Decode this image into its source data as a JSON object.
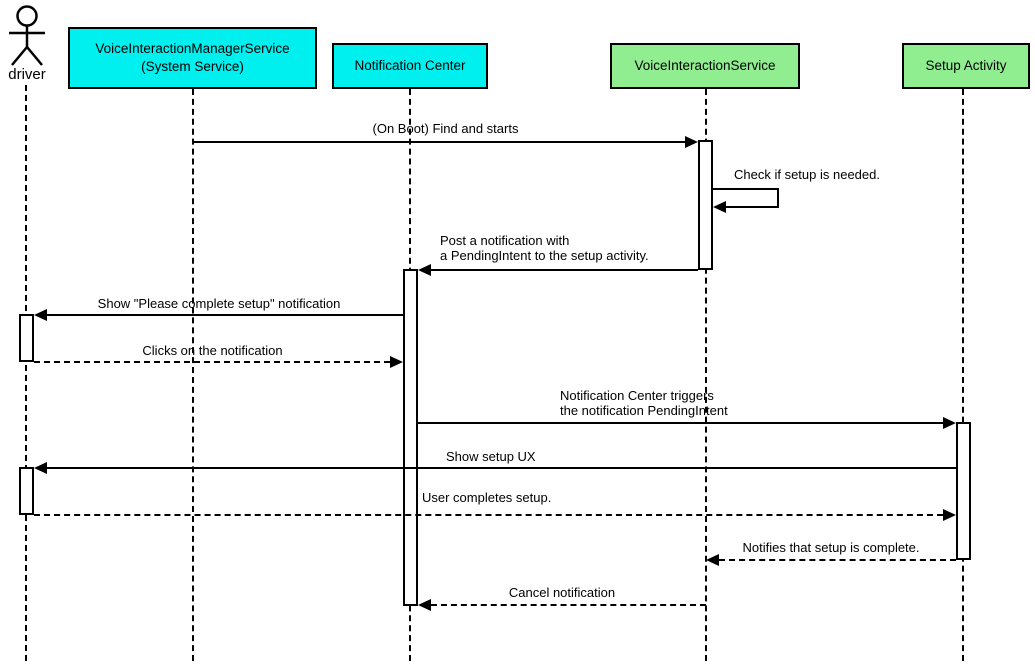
{
  "diagram": {
    "type": "uml-sequence",
    "participants": [
      {
        "name": "driver",
        "kind": "actor"
      },
      {
        "name": "VoiceInteractionManagerService\n(System Service)",
        "kind": "lifeline",
        "fill": "#00f0f0"
      },
      {
        "name": "Notification Center",
        "kind": "lifeline",
        "fill": "#00f0f0"
      },
      {
        "name": "VoiceInteractionService",
        "kind": "lifeline",
        "fill": "#90ee90"
      },
      {
        "name": "Setup Activity",
        "kind": "lifeline",
        "fill": "#90ee90"
      }
    ],
    "messages": [
      {
        "label": "(On Boot) Find and starts",
        "from": "VoiceInteractionManagerService (System Service)",
        "to": "VoiceInteractionService",
        "line": "solid"
      },
      {
        "label": "Check if setup is needed.",
        "from": "VoiceInteractionService",
        "to": "VoiceInteractionService",
        "line": "solid"
      },
      {
        "label": "Post a notification with\na PendingIntent to the setup activity.",
        "from": "VoiceInteractionService",
        "to": "Notification Center",
        "line": "solid"
      },
      {
        "label": "Show \"Please complete setup\" notification",
        "from": "Notification Center",
        "to": "driver",
        "line": "solid"
      },
      {
        "label": "Clicks on the notification",
        "from": "driver",
        "to": "Notification Center",
        "line": "dashed"
      },
      {
        "label": "Notification Center triggers\nthe notification PendingIntent",
        "from": "Notification Center",
        "to": "Setup Activity",
        "line": "solid"
      },
      {
        "label": "Show setup UX",
        "from": "Setup Activity",
        "to": "driver",
        "line": "solid"
      },
      {
        "label": "User completes setup.",
        "from": "driver",
        "to": "Setup Activity",
        "line": "dashed"
      },
      {
        "label": "Notifies that setup is complete.",
        "from": "Setup Activity",
        "to": "VoiceInteractionService",
        "line": "dashed"
      },
      {
        "label": "Cancel notification",
        "from": "VoiceInteractionService",
        "to": "Notification Center",
        "line": "dashed"
      }
    ],
    "colors": {
      "service_box": "#00f0f0",
      "component_box": "#90ee90",
      "stroke": "#000000",
      "background": "#ffffff"
    }
  }
}
